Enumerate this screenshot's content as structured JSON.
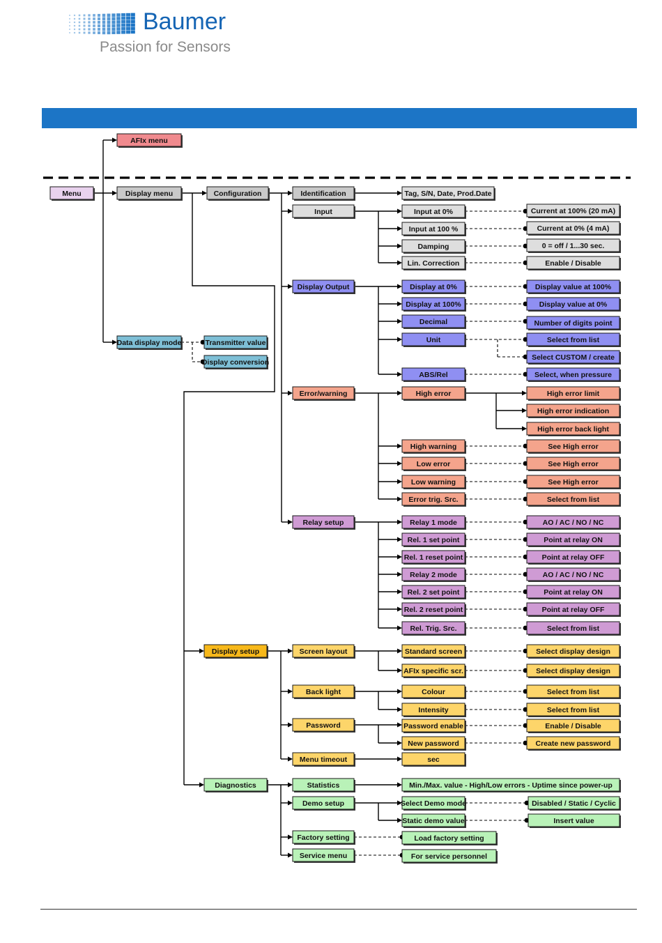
{
  "header": {
    "brand_name": "Baumer",
    "tagline": "Passion for Sensors"
  },
  "colors": {
    "brand_blue": "#1c75c6",
    "pink": "#f08a8e",
    "lilac": "#e9d2ee",
    "grey": "#c9c9c9",
    "light_grey": "#dedede",
    "blue_violet": "#8f8ff2",
    "cyan_blue": "#7ebfd6",
    "salmon": "#f4a48c",
    "mauve": "#cf9bd4",
    "orange": "#f7b81a",
    "yellow": "#fdd56a",
    "green": "#b9f2b8"
  },
  "diagram": {
    "nodes": [
      {
        "id": "afix_menu",
        "label": "AFIx menu",
        "color": "pink"
      },
      {
        "id": "menu",
        "label": "Menu",
        "color": "lilac"
      },
      {
        "id": "display_menu",
        "label": "Display menu",
        "color": "grey"
      },
      {
        "id": "configuration",
        "label": "Configuration",
        "color": "grey"
      },
      {
        "id": "identification",
        "label": "Identification",
        "color": "grey"
      },
      {
        "id": "id_info",
        "label": "Tag, S/N, Date, Prod.Date",
        "color": "light_grey"
      },
      {
        "id": "input",
        "label": "Input",
        "color": "light_grey"
      },
      {
        "id": "input_0",
        "label": "Input at 0%",
        "color": "light_grey"
      },
      {
        "id": "input_100",
        "label": "Input at 100 %",
        "color": "light_grey"
      },
      {
        "id": "damping",
        "label": "Damping",
        "color": "light_grey"
      },
      {
        "id": "lin_corr",
        "label": "Lin. Correction",
        "color": "light_grey"
      },
      {
        "id": "cur_100",
        "label": "Current at 100% (20 mA)",
        "color": "light_grey"
      },
      {
        "id": "cur_0",
        "label": "Current at 0% (4 mA)",
        "color": "light_grey"
      },
      {
        "id": "damp_val",
        "label": "0 = off / 1...30 sec.",
        "color": "light_grey"
      },
      {
        "id": "enable_disable_1",
        "label": "Enable / Disable",
        "color": "light_grey"
      },
      {
        "id": "display_output",
        "label": "Display Output",
        "color": "blue_violet"
      },
      {
        "id": "disp_0",
        "label": "Display at 0%",
        "color": "blue_violet"
      },
      {
        "id": "disp_100",
        "label": "Display at 100%",
        "color": "blue_violet"
      },
      {
        "id": "decimal",
        "label": "Decimal",
        "color": "blue_violet"
      },
      {
        "id": "unit",
        "label": "Unit",
        "color": "blue_violet"
      },
      {
        "id": "abs_rel",
        "label": "ABS/Rel",
        "color": "blue_violet"
      },
      {
        "id": "disp_val_100",
        "label": "Display value at 100%",
        "color": "blue_violet"
      },
      {
        "id": "disp_val_0",
        "label": "Display value at 0%",
        "color": "blue_violet"
      },
      {
        "id": "num_digits",
        "label": "Number of digits point",
        "color": "blue_violet"
      },
      {
        "id": "select_list_unit",
        "label": "Select from list",
        "color": "blue_violet"
      },
      {
        "id": "select_custom",
        "label": "Select CUSTOM / create",
        "color": "blue_violet"
      },
      {
        "id": "select_pressure",
        "label": "Select, when pressure",
        "color": "blue_violet"
      },
      {
        "id": "data_display_mode",
        "label": "Data display mode",
        "color": "cyan_blue"
      },
      {
        "id": "transmitter_value",
        "label": "Transmitter value",
        "color": "cyan_blue"
      },
      {
        "id": "display_conversion",
        "label": "Display conversion",
        "color": "cyan_blue"
      },
      {
        "id": "error_warning",
        "label": "Error/warning",
        "color": "salmon"
      },
      {
        "id": "high_error",
        "label": "High error",
        "color": "salmon"
      },
      {
        "id": "high_warning",
        "label": "High warning",
        "color": "salmon"
      },
      {
        "id": "low_error",
        "label": "Low error",
        "color": "salmon"
      },
      {
        "id": "low_warning",
        "label": "Low warning",
        "color": "salmon"
      },
      {
        "id": "err_trig",
        "label": "Error trig. Src.",
        "color": "salmon"
      },
      {
        "id": "high_err_limit",
        "label": "High error limit",
        "color": "salmon"
      },
      {
        "id": "high_err_ind",
        "label": "High error indication",
        "color": "salmon"
      },
      {
        "id": "high_err_back",
        "label": "High error back light",
        "color": "salmon"
      },
      {
        "id": "see_high_1",
        "label": "See High error",
        "color": "salmon"
      },
      {
        "id": "see_high_2",
        "label": "See High error",
        "color": "salmon"
      },
      {
        "id": "see_high_3",
        "label": "See High error",
        "color": "salmon"
      },
      {
        "id": "err_select_list",
        "label": "Select from list",
        "color": "salmon"
      },
      {
        "id": "relay_setup",
        "label": "Relay setup",
        "color": "mauve"
      },
      {
        "id": "relay1_mode",
        "label": "Relay 1 mode",
        "color": "mauve"
      },
      {
        "id": "rel1_set",
        "label": "Rel. 1 set point",
        "color": "mauve"
      },
      {
        "id": "rel1_reset",
        "label": "Rel. 1 reset point",
        "color": "mauve"
      },
      {
        "id": "relay2_mode",
        "label": "Relay 2 mode",
        "color": "mauve"
      },
      {
        "id": "rel2_set",
        "label": "Rel. 2 set point",
        "color": "mauve"
      },
      {
        "id": "rel2_reset",
        "label": "Rel. 2 reset point",
        "color": "mauve"
      },
      {
        "id": "rel_trig",
        "label": "Rel. Trig. Src.",
        "color": "mauve"
      },
      {
        "id": "ao_ac_1",
        "label": "AO / AC / NO / NC",
        "color": "mauve"
      },
      {
        "id": "relay_on_1",
        "label": "Point at relay ON",
        "color": "mauve"
      },
      {
        "id": "relay_off_1",
        "label": "Point at relay OFF",
        "color": "mauve"
      },
      {
        "id": "ao_ac_2",
        "label": "AO / AC / NO / NC",
        "color": "mauve"
      },
      {
        "id": "relay_on_2",
        "label": "Point at relay ON",
        "color": "mauve"
      },
      {
        "id": "relay_off_2",
        "label": "Point at relay OFF",
        "color": "mauve"
      },
      {
        "id": "rel_select_list",
        "label": "Select from list",
        "color": "mauve"
      },
      {
        "id": "display_setup",
        "label": "Display setup",
        "color": "orange"
      },
      {
        "id": "screen_layout",
        "label": "Screen layout",
        "color": "yellow"
      },
      {
        "id": "standard_screen",
        "label": "Standard screen",
        "color": "yellow"
      },
      {
        "id": "afix_specific",
        "label": "AFIx specific scr.",
        "color": "yellow"
      },
      {
        "id": "sel_design_1",
        "label": "Select display design",
        "color": "yellow"
      },
      {
        "id": "sel_design_2",
        "label": "Select display design",
        "color": "yellow"
      },
      {
        "id": "back_light",
        "label": "Back light",
        "color": "yellow"
      },
      {
        "id": "colour",
        "label": "Colour",
        "color": "yellow"
      },
      {
        "id": "intensity",
        "label": "Intensity",
        "color": "yellow"
      },
      {
        "id": "colour_list",
        "label": "Select from list",
        "color": "yellow"
      },
      {
        "id": "intensity_list",
        "label": "Select from list",
        "color": "yellow"
      },
      {
        "id": "password",
        "label": "Password",
        "color": "yellow"
      },
      {
        "id": "password_enable",
        "label": "Password enable",
        "color": "yellow"
      },
      {
        "id": "new_password",
        "label": "New password",
        "color": "yellow"
      },
      {
        "id": "pw_enable_disable",
        "label": "Enable / Disable",
        "color": "yellow"
      },
      {
        "id": "create_password",
        "label": "Create new password",
        "color": "yellow"
      },
      {
        "id": "menu_timeout",
        "label": "Menu timeout",
        "color": "yellow"
      },
      {
        "id": "sec",
        "label": "sec",
        "color": "yellow"
      },
      {
        "id": "diagnostics",
        "label": "Diagnostics",
        "color": "green"
      },
      {
        "id": "statistics",
        "label": "Statistics",
        "color": "green"
      },
      {
        "id": "stats_info",
        "label": "Min./Max. value  - High/Low errors - Uptime since power-up",
        "color": "green"
      },
      {
        "id": "demo_setup",
        "label": "Demo setup",
        "color": "green"
      },
      {
        "id": "select_demo",
        "label": "Select Demo mode",
        "color": "green"
      },
      {
        "id": "static_demo",
        "label": "Static demo value",
        "color": "green"
      },
      {
        "id": "demo_modes",
        "label": "Disabled / Static / Cyclic",
        "color": "green"
      },
      {
        "id": "insert_value",
        "label": "Insert value",
        "color": "green"
      },
      {
        "id": "factory_setting",
        "label": "Factory setting",
        "color": "green"
      },
      {
        "id": "load_factory",
        "label": "Load factory setting",
        "color": "green"
      },
      {
        "id": "service_menu",
        "label": "Service menu",
        "color": "green"
      },
      {
        "id": "service_personnel",
        "label": "For service personnel",
        "color": "green"
      }
    ]
  }
}
